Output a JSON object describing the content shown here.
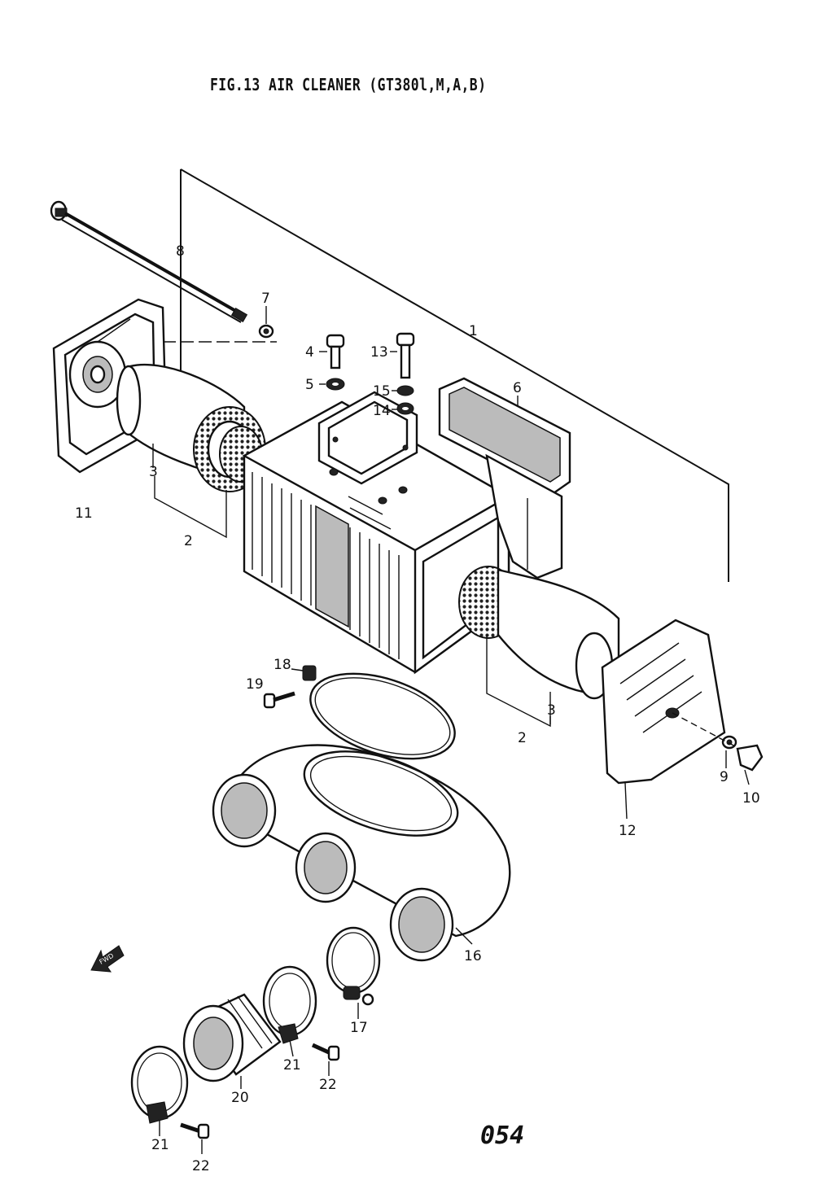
{
  "header": {
    "title": "FIG.13  AIR CLEANER (GT380l,M,A,B)"
  },
  "callouts": [
    {
      "id": "c1",
      "text": "1"
    },
    {
      "id": "c2a",
      "text": "2"
    },
    {
      "id": "c2b",
      "text": "2"
    },
    {
      "id": "c3a",
      "text": "3"
    },
    {
      "id": "c3b",
      "text": "3"
    },
    {
      "id": "c4",
      "text": "4"
    },
    {
      "id": "c5",
      "text": "5"
    },
    {
      "id": "c6",
      "text": "6"
    },
    {
      "id": "c7",
      "text": "7"
    },
    {
      "id": "c8",
      "text": "8"
    },
    {
      "id": "c9",
      "text": "9"
    },
    {
      "id": "c10",
      "text": "10"
    },
    {
      "id": "c11",
      "text": "11"
    },
    {
      "id": "c12",
      "text": "12"
    },
    {
      "id": "c13",
      "text": "13"
    },
    {
      "id": "c14",
      "text": "14"
    },
    {
      "id": "c15",
      "text": "15"
    },
    {
      "id": "c16",
      "text": "16"
    },
    {
      "id": "c17",
      "text": "17"
    },
    {
      "id": "c18",
      "text": "18"
    },
    {
      "id": "c19",
      "text": "19"
    },
    {
      "id": "c20",
      "text": "20"
    },
    {
      "id": "c21a",
      "text": "21"
    },
    {
      "id": "c21b",
      "text": "21"
    },
    {
      "id": "c22a",
      "text": "22"
    },
    {
      "id": "c22b",
      "text": "22"
    }
  ],
  "badge": {
    "text": "FWD"
  },
  "footer": {
    "page_number": "054"
  }
}
